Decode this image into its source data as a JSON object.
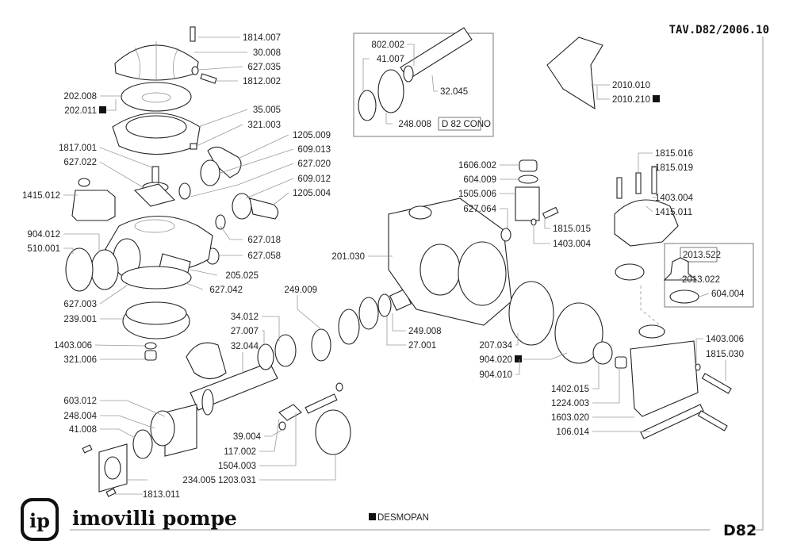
{
  "header": {
    "code": "TAV.D82/2006.10"
  },
  "footer": {
    "brand": "imovilli pompe",
    "logo_text": "ip",
    "legend_marker_note": "DESMOPAN",
    "model": "D82"
  },
  "inset_cono": {
    "label": "D 82 CONO"
  },
  "inset_kit": {
    "label": "2013.522"
  },
  "labels": [
    {
      "text": "1814.007"
    },
    {
      "text": "30.008"
    },
    {
      "text": "627.035"
    },
    {
      "text": "1812.002"
    },
    {
      "text": "202.008"
    },
    {
      "text": "202.011",
      "marked": true
    },
    {
      "text": "35.005"
    },
    {
      "text": "321.003"
    },
    {
      "text": "1205.009"
    },
    {
      "text": "1817.001"
    },
    {
      "text": "609.013"
    },
    {
      "text": "627.022"
    },
    {
      "text": "627.020"
    },
    {
      "text": "609.012"
    },
    {
      "text": "1415.012"
    },
    {
      "text": "1205.004"
    },
    {
      "text": "904.012"
    },
    {
      "text": "627.018"
    },
    {
      "text": "510.001"
    },
    {
      "text": "627.058"
    },
    {
      "text": "205.025"
    },
    {
      "text": "627.042"
    },
    {
      "text": "627.003"
    },
    {
      "text": "239.001"
    },
    {
      "text": "1403.006"
    },
    {
      "text": "321.006"
    },
    {
      "text": "34.012"
    },
    {
      "text": "27.007"
    },
    {
      "text": "32.044"
    },
    {
      "text": "249.009"
    },
    {
      "text": "249.008"
    },
    {
      "text": "27.001"
    },
    {
      "text": "603.012"
    },
    {
      "text": "248.004"
    },
    {
      "text": "41.008"
    },
    {
      "text": "39.004"
    },
    {
      "text": "117.002"
    },
    {
      "text": "1504.003"
    },
    {
      "text": "1203.031"
    },
    {
      "text": "234.005"
    },
    {
      "text": "1813.011"
    },
    {
      "text": "802.002"
    },
    {
      "text": "41.007"
    },
    {
      "text": "32.045"
    },
    {
      "text": "248.008"
    },
    {
      "text": "2010.010"
    },
    {
      "text": "2010.210",
      "marked": true
    },
    {
      "text": "1606.002"
    },
    {
      "text": "604.009"
    },
    {
      "text": "1505.006"
    },
    {
      "text": "627.064"
    },
    {
      "text": "1815.015"
    },
    {
      "text": "1403.004"
    },
    {
      "text": "201.030"
    },
    {
      "text": "1815.016"
    },
    {
      "text": "1815.019"
    },
    {
      "text": "1403.004"
    },
    {
      "text": "1415.011"
    },
    {
      "text": "2013.022"
    },
    {
      "text": "604.004"
    },
    {
      "text": "207.034"
    },
    {
      "text": "904.020",
      "marked": true
    },
    {
      "text": "904.010"
    },
    {
      "text": "1402.015"
    },
    {
      "text": "1224.003"
    },
    {
      "text": "1603.020"
    },
    {
      "text": "106.014"
    },
    {
      "text": "1403.006"
    },
    {
      "text": "1815.030"
    }
  ]
}
